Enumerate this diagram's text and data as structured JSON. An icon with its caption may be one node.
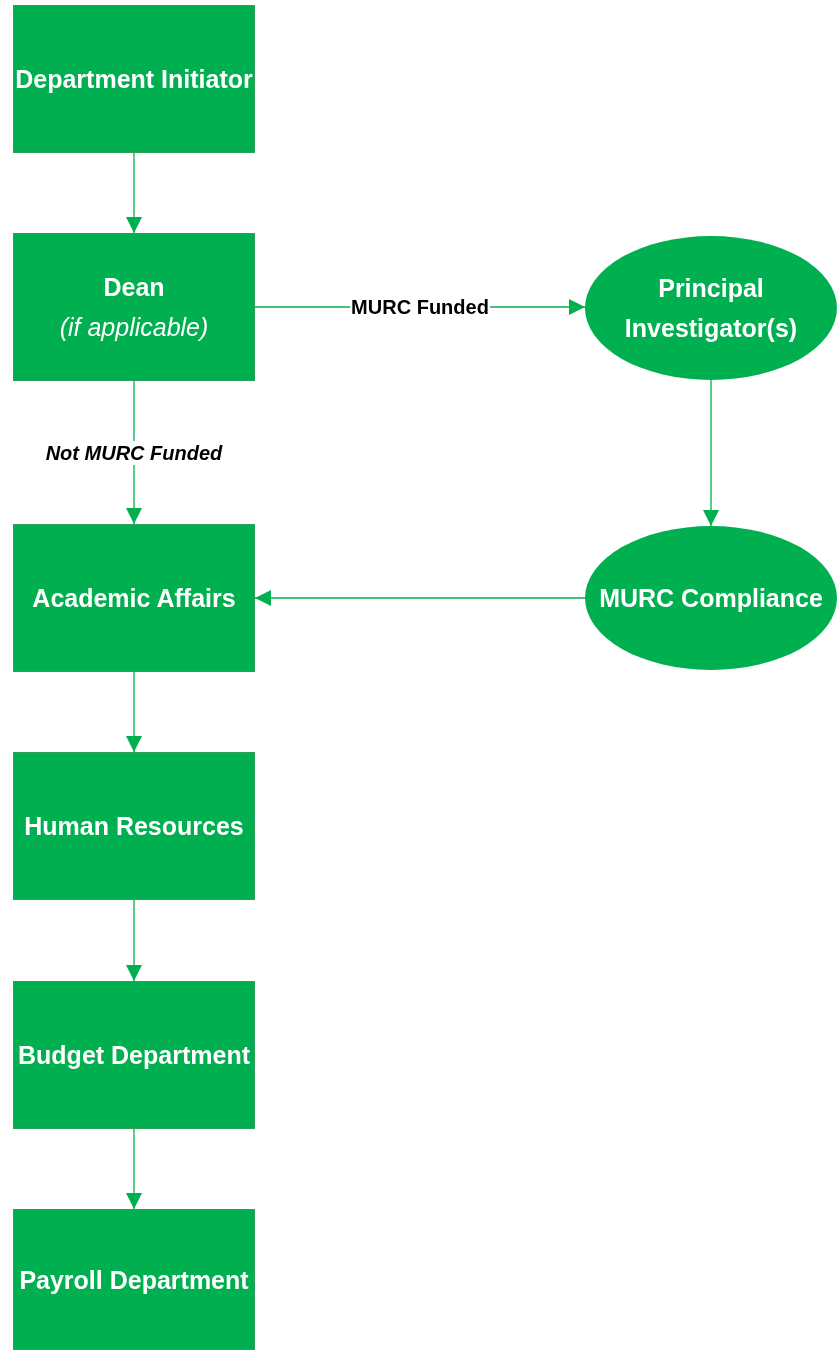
{
  "diagram": {
    "nodes": [
      {
        "text": [
          "Department Initiator"
        ]
      },
      {
        "text": [
          "Dean",
          "(if applicable)"
        ]
      },
      {
        "text": [
          "Principal Investigator(s)"
        ]
      },
      {
        "text": [
          "Academic Affairs"
        ]
      },
      {
        "text": [
          "MURC Compliance"
        ]
      },
      {
        "text": [
          "Human Resources"
        ]
      },
      {
        "text": [
          "Budget Department"
        ]
      },
      {
        "text": [
          "Payroll Department"
        ]
      }
    ],
    "edges": [
      {
        "from": 0,
        "to": 1,
        "arrow": "to"
      },
      {
        "from": 1,
        "to": 2,
        "arrow": "to",
        "label": "MURC Funded"
      },
      {
        "from": 1,
        "to": 3,
        "arrow": "to",
        "label": "Not MURC Funded"
      },
      {
        "from": 2,
        "to": 4,
        "arrow": "to"
      },
      {
        "from": 4,
        "to": 3,
        "arrow": "to"
      },
      {
        "from": 3,
        "to": 5,
        "arrow": "to"
      },
      {
        "from": 5,
        "to": 6,
        "arrow": "to"
      },
      {
        "from": 6,
        "to": 7,
        "arrow": "to"
      }
    ]
  }
}
